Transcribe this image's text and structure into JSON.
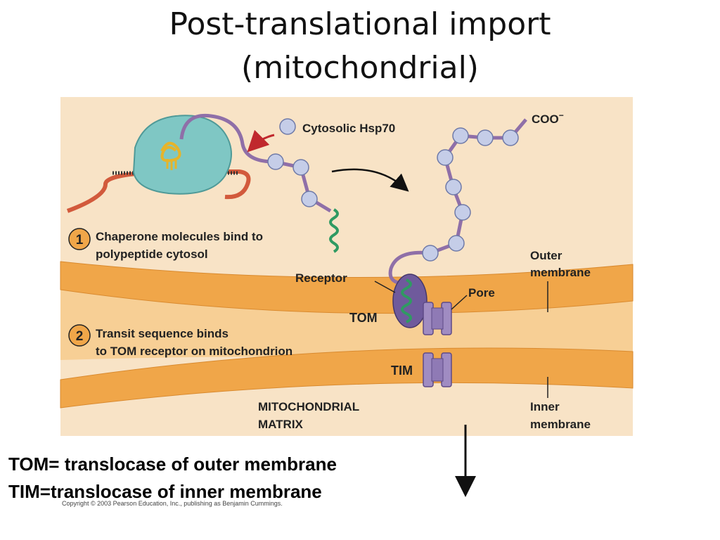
{
  "title": {
    "line1": "Post-translational import",
    "line2": "(mitochondrial)"
  },
  "figure": {
    "labels": {
      "cytosolic_hsp70": "Cytosolic Hsp70",
      "coo": "COO",
      "coo_sup": "−",
      "step1_number": "1",
      "step1_line1": "Chaperone molecules bind to",
      "step1_line2": "polypeptide cytosol",
      "receptor": "Receptor",
      "pore": "Pore",
      "outer_membrane_line1": "Outer",
      "outer_membrane_line2": "membrane",
      "tom": "TOM",
      "step2_number": "2",
      "step2_line1": "Transit sequence binds",
      "step2_line2": "to TOM receptor on mitochondrion",
      "tim": "TIM",
      "matrix_line1": "MITOCHONDRIAL",
      "matrix_line2": "MATRIX",
      "inner_membrane_line1": "Inner",
      "inner_membrane_line2": "membrane"
    },
    "colors": {
      "panel_background": "#f8e3c6",
      "membrane": "#f0a649",
      "intermembrane_space": "#f7cf95",
      "ribosome": "#7fc7c4",
      "mrna": "#d25a3c",
      "polypeptide": "#8f6fa8",
      "hsp70": "#c5cde8",
      "transit_helix": "#2f9a62",
      "translocase": "#a08cc2",
      "step_badge": "#f0a649",
      "arrow_red": "#c0282d"
    }
  },
  "definitions": {
    "tom": "TOM= translocase of outer membrane",
    "tim": "TIM=translocase of inner membrane"
  },
  "copyright": "Copyright © 2003 Pearson Education, Inc., publishing as Benjamin Cummings."
}
